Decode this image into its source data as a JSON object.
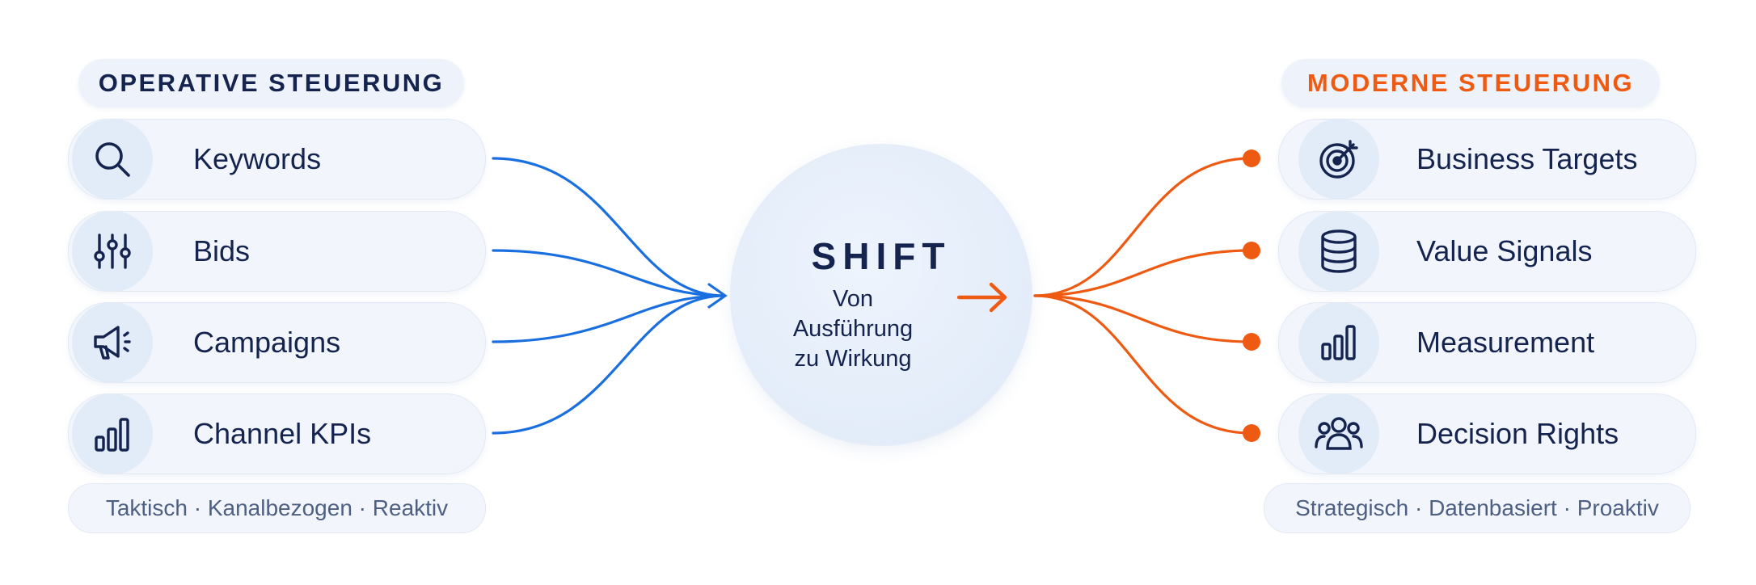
{
  "left_section": {
    "title": "OPERATIVE STEUERUNG",
    "items": [
      {
        "label": "Keywords",
        "icon": "search-icon"
      },
      {
        "label": "Bids",
        "icon": "sliders-icon"
      },
      {
        "label": "Campaigns",
        "icon": "megaphone-icon"
      },
      {
        "label": "Channel KPIs",
        "icon": "bar-chart-icon"
      }
    ],
    "footer": "Taktisch · Kanalbezogen · Reaktiv"
  },
  "hub": {
    "title": "SHIFT",
    "subtitle_lines": [
      "Von",
      "Ausführung",
      "zu Wirkung"
    ]
  },
  "right_section": {
    "title": "MODERNE STEUERUNG",
    "items": [
      {
        "label": "Business Targets",
        "icon": "target-icon"
      },
      {
        "label": "Value Signals",
        "icon": "database-icon"
      },
      {
        "label": "Measurement",
        "icon": "bar-chart-icon"
      },
      {
        "label": "Decision Rights",
        "icon": "people-icon"
      }
    ],
    "footer": "Strategisch · Datenbasiert · Proaktiv"
  },
  "colors": {
    "navy": "#14244f",
    "blue_connector": "#1a6fe0",
    "orange_accent": "#ef5a12",
    "pill_bg": "#f2f6fc"
  }
}
